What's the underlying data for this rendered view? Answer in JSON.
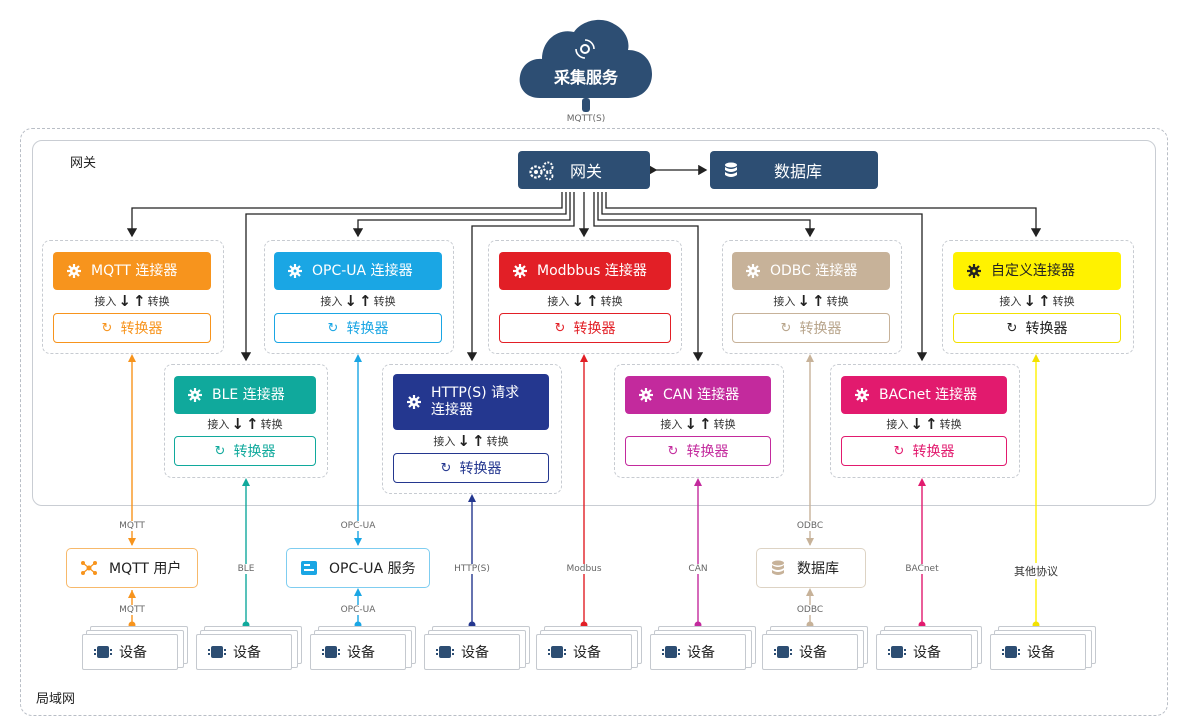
{
  "lan_label": "局域网",
  "gateway_zone_label": "网关",
  "cloud": {
    "title": "采集服务",
    "protocol": "MQTT(S)"
  },
  "gateway": {
    "label": "网关"
  },
  "database": {
    "label": "数据库"
  },
  "flow_labels": {
    "in": "接入",
    "out": "转换"
  },
  "converter_label": "转换器",
  "connectors": [
    {
      "id": "mqtt",
      "label": "MQTT    连接器",
      "color": "#f7941d"
    },
    {
      "id": "ble",
      "label": "BLE 连接器",
      "color": "#10a99c"
    },
    {
      "id": "opcua",
      "label": "OPC-UA 连接器",
      "color": "#1aa6e4"
    },
    {
      "id": "http",
      "label": "HTTP(S)  请求\n连接器",
      "color": "#24378f"
    },
    {
      "id": "modbus",
      "label": "Modbbus 连接器",
      "color": "#e21f26"
    },
    {
      "id": "can",
      "label": "CAN 连接器",
      "color": "#c32a9d"
    },
    {
      "id": "odbc",
      "label": "ODBC 连接器",
      "color": "#c7b299"
    },
    {
      "id": "bacnet",
      "label": "BACnet 连接器",
      "color": "#e21a6e"
    },
    {
      "id": "custom",
      "label": "自定义连接器",
      "color": "#fff200"
    }
  ],
  "services": {
    "mqtt_user": "MQTT 用户",
    "opcua_service": "OPC-UA 服务",
    "lan_database": "数据库"
  },
  "protocols": {
    "mqtt_top": "MQTT",
    "mqtt_bottom": "MQTT",
    "ble": "BLE",
    "opcua_top": "OPC-UA",
    "opcua_bottom": "OPC-UA",
    "http": "HTTP(S)",
    "modbus": "Modbus",
    "can": "CAN",
    "odbc_top": "ODBC",
    "odbc_bottom": "ODBC",
    "bacnet": "BACnet",
    "other": "其他协议"
  },
  "devices": [
    "设备",
    "设备",
    "设备",
    "设备",
    "设备",
    "设备",
    "设备",
    "设备",
    "设备"
  ]
}
